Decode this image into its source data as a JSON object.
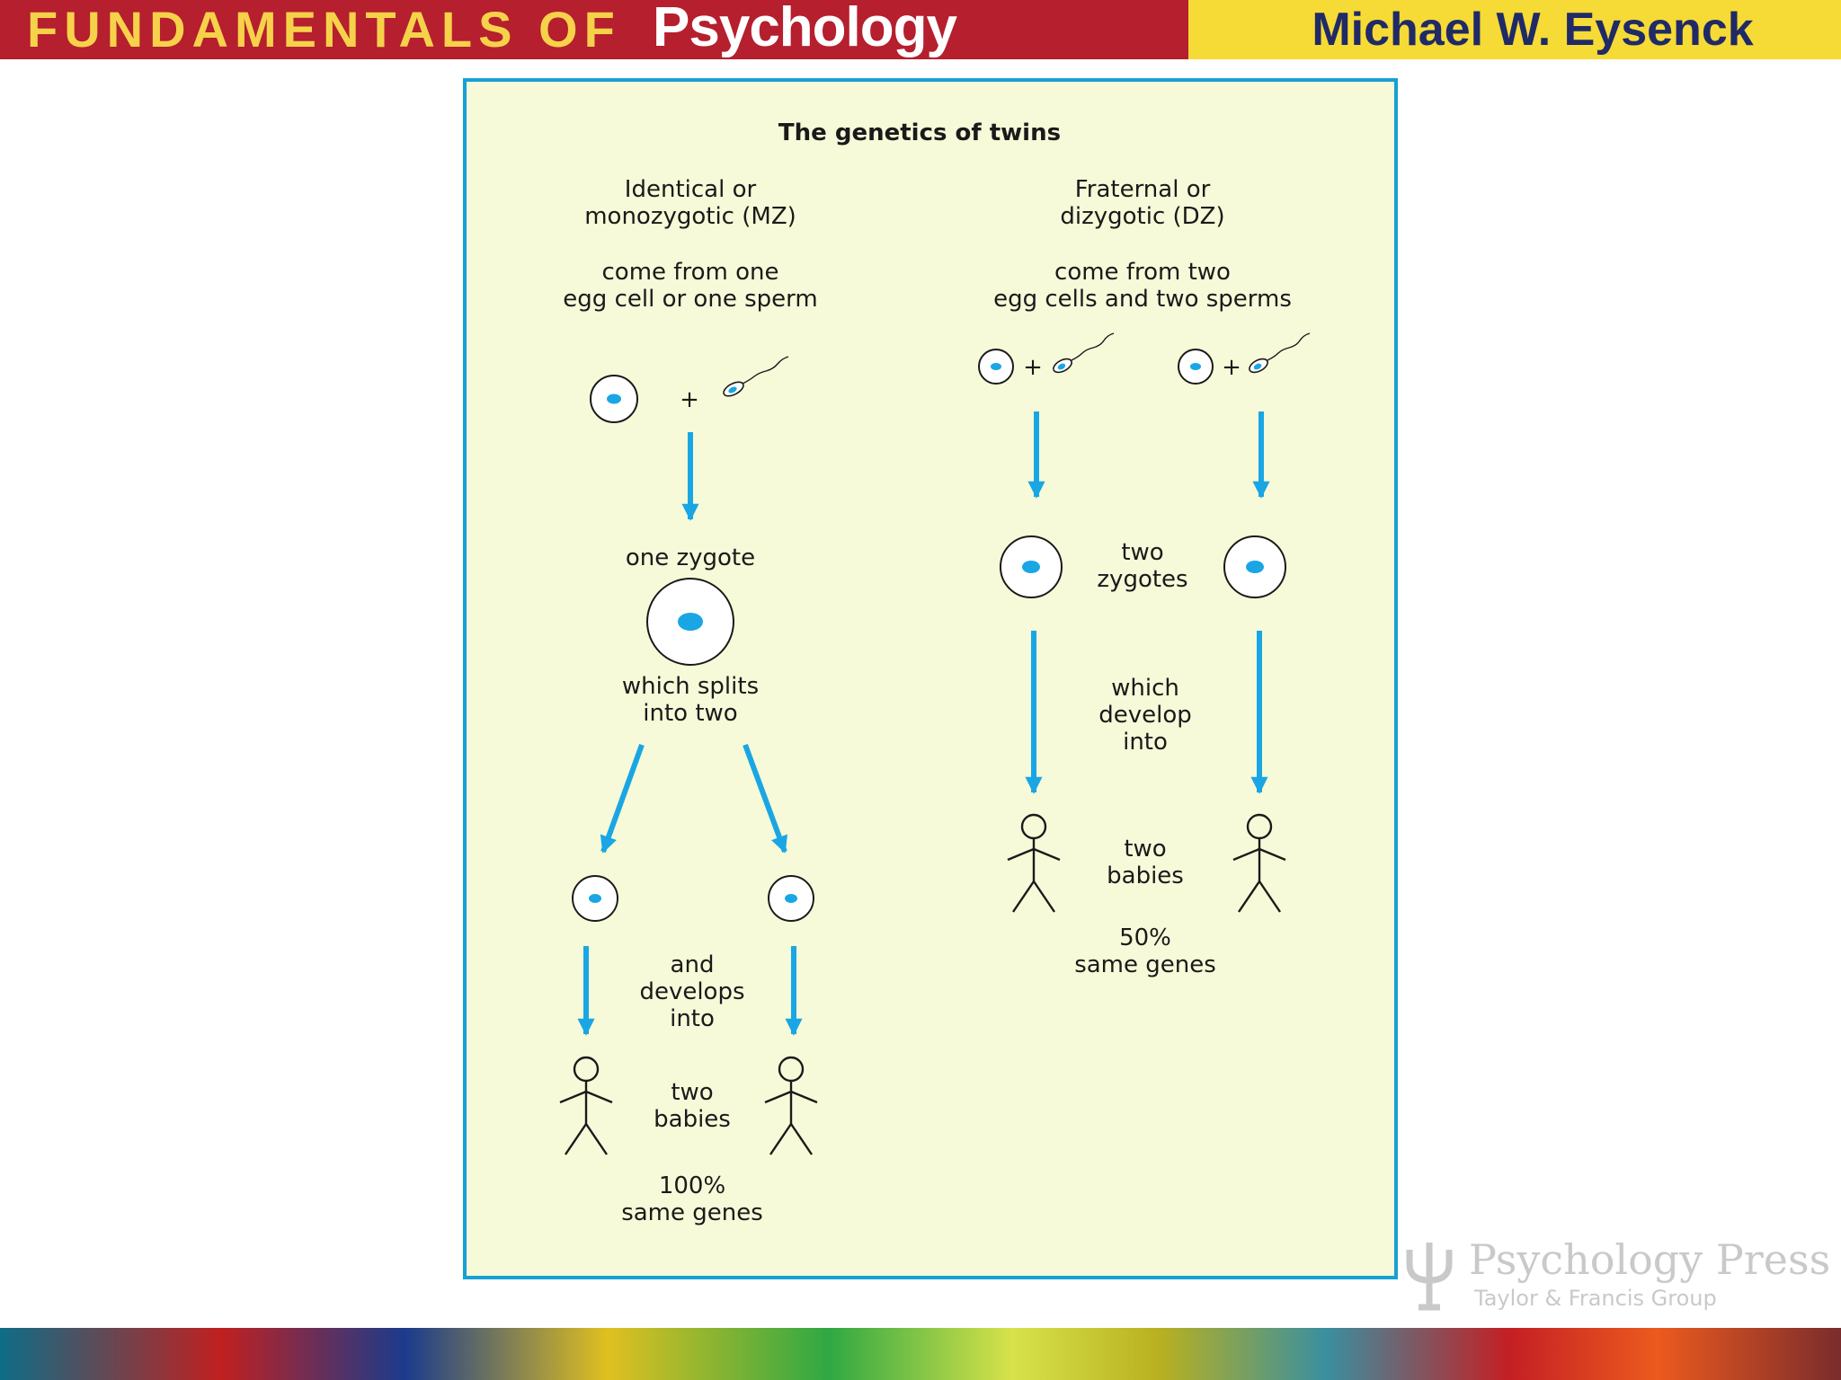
{
  "banner": {
    "series": "FUNDAMENTALS OF",
    "subject": "Psychology",
    "author": "Michael W. Eysenck",
    "colors": {
      "left": "#b51f2e",
      "right": "#f6da35",
      "series_text": "#f6d24a",
      "author_text": "#1f2a66"
    }
  },
  "figure": {
    "title": "The genetics of twins",
    "mz": {
      "heading": [
        "Identical or",
        "monozygotic (MZ)"
      ],
      "origin": [
        "come from one",
        "egg cell or one sperm"
      ],
      "plus": "+",
      "zygote_label": "one zygote",
      "split_label": [
        "which splits",
        "into two"
      ],
      "develop_label": [
        "and",
        "develops",
        "into"
      ],
      "babies_label": [
        "two",
        "babies"
      ],
      "genes_label": [
        "100%",
        "same genes"
      ]
    },
    "dz": {
      "heading": [
        "Fraternal or",
        "dizygotic (DZ)"
      ],
      "origin": [
        "come from two",
        "egg cells and two sperms"
      ],
      "plus": "+",
      "zygote_label": [
        "two",
        "zygotes"
      ],
      "develop_label": [
        "which",
        "develop",
        "into"
      ],
      "babies_label": [
        "two",
        "babies"
      ],
      "genes_label": [
        "50%",
        "same genes"
      ]
    },
    "colors": {
      "border": "#17a0d6",
      "background": "#f6fad8",
      "arrow": "#1aa6e4",
      "nucleus": "#1aa6e4",
      "ink": "#1a1a1a"
    }
  },
  "publisher": {
    "name": "Psychology Press",
    "group": "Taylor & Francis Group"
  }
}
